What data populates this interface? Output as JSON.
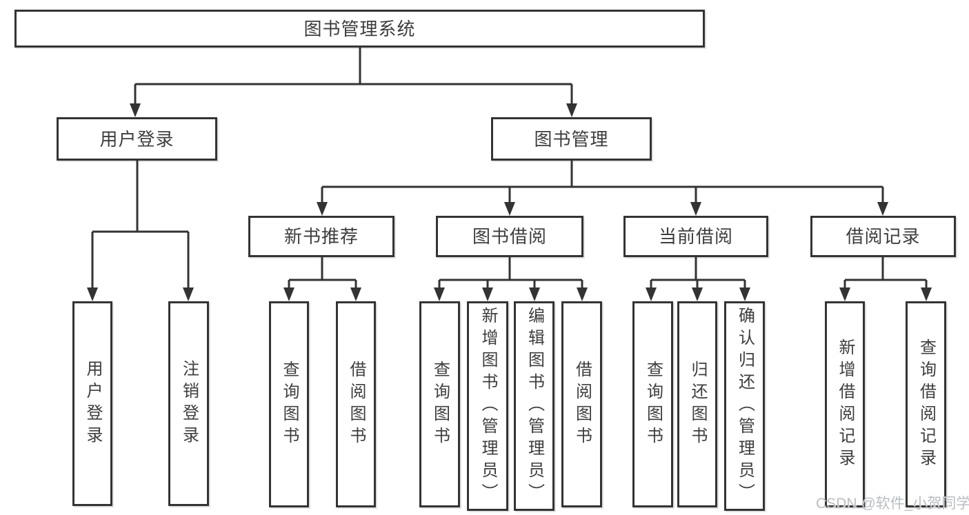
{
  "diagram": {
    "type": "tree",
    "colors": {
      "line": "#333333",
      "box_border": "#333333",
      "text": "#3d3d3d",
      "background": "#ffffff",
      "watermark_text_color": "#b9bdc3"
    },
    "nodes": {
      "root": {
        "label": "图书管理系统",
        "level": 1
      },
      "user_login": {
        "label": "用户登录",
        "level": 2,
        "parent": "root"
      },
      "book_mgmt": {
        "label": "图书管理",
        "level": 2,
        "parent": "root"
      },
      "new_book_rec": {
        "label": "新书推荐",
        "level": 3,
        "parent": "book_mgmt"
      },
      "book_borrow": {
        "label": "图书借阅",
        "level": 3,
        "parent": "book_mgmt"
      },
      "current_borrow": {
        "label": "当前借阅",
        "level": 3,
        "parent": "book_mgmt"
      },
      "borrow_records": {
        "label": "借阅记录",
        "level": 3,
        "parent": "book_mgmt"
      },
      "leaf_user_login": {
        "label": "用户登录",
        "level": 4,
        "parent": "user_login"
      },
      "leaf_logout": {
        "label": "注销登录",
        "level": 4,
        "parent": "user_login"
      },
      "leaf_nbr_query": {
        "label": "查询图书",
        "level": 4,
        "parent": "new_book_rec"
      },
      "leaf_nbr_borrow": {
        "label": "借阅图书",
        "level": 4,
        "parent": "new_book_rec"
      },
      "leaf_bb_query": {
        "label": "查询图书",
        "level": 4,
        "parent": "book_borrow"
      },
      "leaf_bb_add": {
        "label": "新增图书（管理员）",
        "level": 4,
        "parent": "book_borrow"
      },
      "leaf_bb_edit": {
        "label": "编辑图书（管理员）",
        "level": 4,
        "parent": "book_borrow"
      },
      "leaf_bb_borrow": {
        "label": "借阅图书",
        "level": 4,
        "parent": "book_borrow"
      },
      "leaf_cb_query": {
        "label": "查询图书",
        "level": 4,
        "parent": "current_borrow"
      },
      "leaf_cb_return": {
        "label": "归还图书",
        "level": 4,
        "parent": "current_borrow"
      },
      "leaf_cb_confirm": {
        "label": "确认归还（管理员）",
        "level": 4,
        "parent": "current_borrow"
      },
      "leaf_br_add": {
        "label": "新增借阅记录",
        "level": 4,
        "parent": "borrow_records"
      },
      "leaf_br_query": {
        "label": "查询借阅记录",
        "level": 4,
        "parent": "borrow_records"
      }
    }
  },
  "watermark": {
    "text": "CSDN @软件_小贺同学"
  }
}
